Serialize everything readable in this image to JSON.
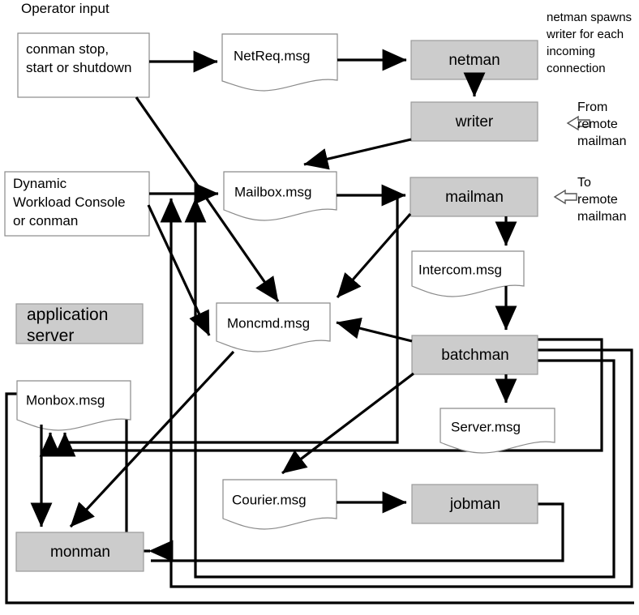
{
  "diagram": {
    "title": "Operator input",
    "legend": {
      "label": "application server"
    },
    "notes": {
      "netman_spawn": "netman spawns\nwriter for each\nincoming\nconnection",
      "from_remote": "From\nremote\nmailman",
      "to_remote": "To\nremote\nmailman"
    },
    "nodes": {
      "conman_cmd": {
        "label": "conman stop,\nstart or shutdown",
        "kind": "plain-box"
      },
      "dwc": {
        "label": "Dynamic\nWorkload Console\nor conman",
        "kind": "plain-box"
      },
      "netreq": {
        "label": "NetReq.msg",
        "kind": "document"
      },
      "mailbox": {
        "label": "Mailbox.msg",
        "kind": "document"
      },
      "moncmd": {
        "label": "Moncmd.msg",
        "kind": "document"
      },
      "intercom": {
        "label": "Intercom.msg",
        "kind": "document"
      },
      "server": {
        "label": "Server.msg",
        "kind": "document"
      },
      "courier": {
        "label": "Courier.msg",
        "kind": "document"
      },
      "monbox": {
        "label": "Monbox.msg",
        "kind": "document"
      },
      "netman": {
        "label": "netman",
        "kind": "process"
      },
      "writer": {
        "label": "writer",
        "kind": "process"
      },
      "mailman": {
        "label": "mailman",
        "kind": "process"
      },
      "batchman": {
        "label": "batchman",
        "kind": "process"
      },
      "jobman": {
        "label": "jobman",
        "kind": "process"
      },
      "monman": {
        "label": "monman",
        "kind": "process"
      }
    },
    "colors": {
      "process_fill": "#cccccc",
      "document_fill": "#ffffff",
      "stroke": "#000000",
      "box_border": "#8a8a8a"
    },
    "edges": [
      {
        "from": "conman_cmd",
        "to": "netreq",
        "style": "solid"
      },
      {
        "from": "netreq",
        "to": "netman",
        "style": "solid"
      },
      {
        "from": "netman",
        "to": "writer",
        "style": "dotted"
      },
      {
        "from": "writer",
        "to": "mailbox",
        "style": "solid"
      },
      {
        "from": "dwc",
        "to": "mailbox",
        "style": "solid"
      },
      {
        "from": "mailbox",
        "to": "mailman",
        "style": "solid"
      },
      {
        "from": "mailman",
        "to": "intercom",
        "style": "solid"
      },
      {
        "from": "intercom",
        "to": "batchman",
        "style": "solid"
      },
      {
        "from": "batchman",
        "to": "server",
        "style": "solid"
      },
      {
        "from": "batchman",
        "to": "moncmd",
        "style": "solid"
      },
      {
        "from": "mailman",
        "to": "moncmd",
        "style": "solid"
      },
      {
        "from": "conman_cmd",
        "to": "moncmd",
        "style": "solid"
      },
      {
        "from": "dwc",
        "to": "moncmd",
        "style": "solid"
      },
      {
        "from": "batchman",
        "to": "courier",
        "style": "solid"
      },
      {
        "from": "courier",
        "to": "jobman",
        "style": "solid"
      },
      {
        "from": "moncmd",
        "to": "monman",
        "style": "solid"
      },
      {
        "from": "monbox",
        "to": "monman",
        "style": "solid"
      },
      {
        "from": "monbox",
        "to": "mailbox",
        "style": "solid"
      },
      {
        "from": "mailman",
        "to": "monbox",
        "style": "solid"
      },
      {
        "from": "batchman",
        "to": "monbox",
        "style": "solid"
      },
      {
        "from": "batchman",
        "to": "monman",
        "style": "solid"
      },
      {
        "from": "jobman",
        "to": "monman",
        "style": "solid"
      },
      {
        "from": "jobman",
        "to": "mailbox",
        "style": "solid"
      }
    ]
  }
}
